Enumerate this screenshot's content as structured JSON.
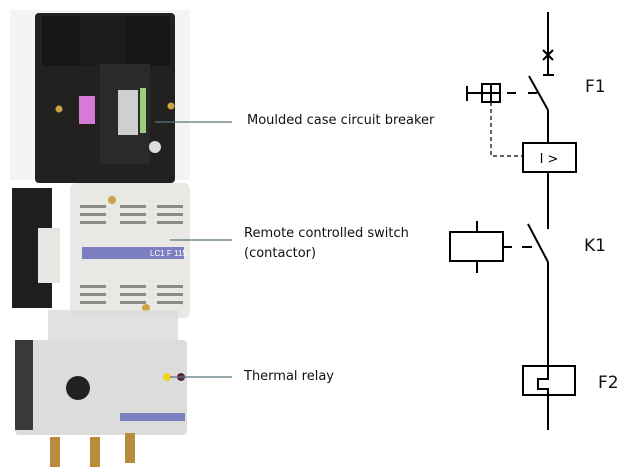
{
  "photo": {
    "description_labels": {
      "breaker": "Moulded case circuit breaker",
      "contactor_line1": "Remote controlled switch",
      "contactor_line2": "(contactor)",
      "thermal": "Thermal relay"
    },
    "product_text": "LC1 F 115"
  },
  "schematic": {
    "f1": "F1",
    "k1": "K1",
    "f2": "F2",
    "overcurrent": "I >"
  },
  "colors": {
    "leader": "#56737b",
    "line": "#000000"
  }
}
